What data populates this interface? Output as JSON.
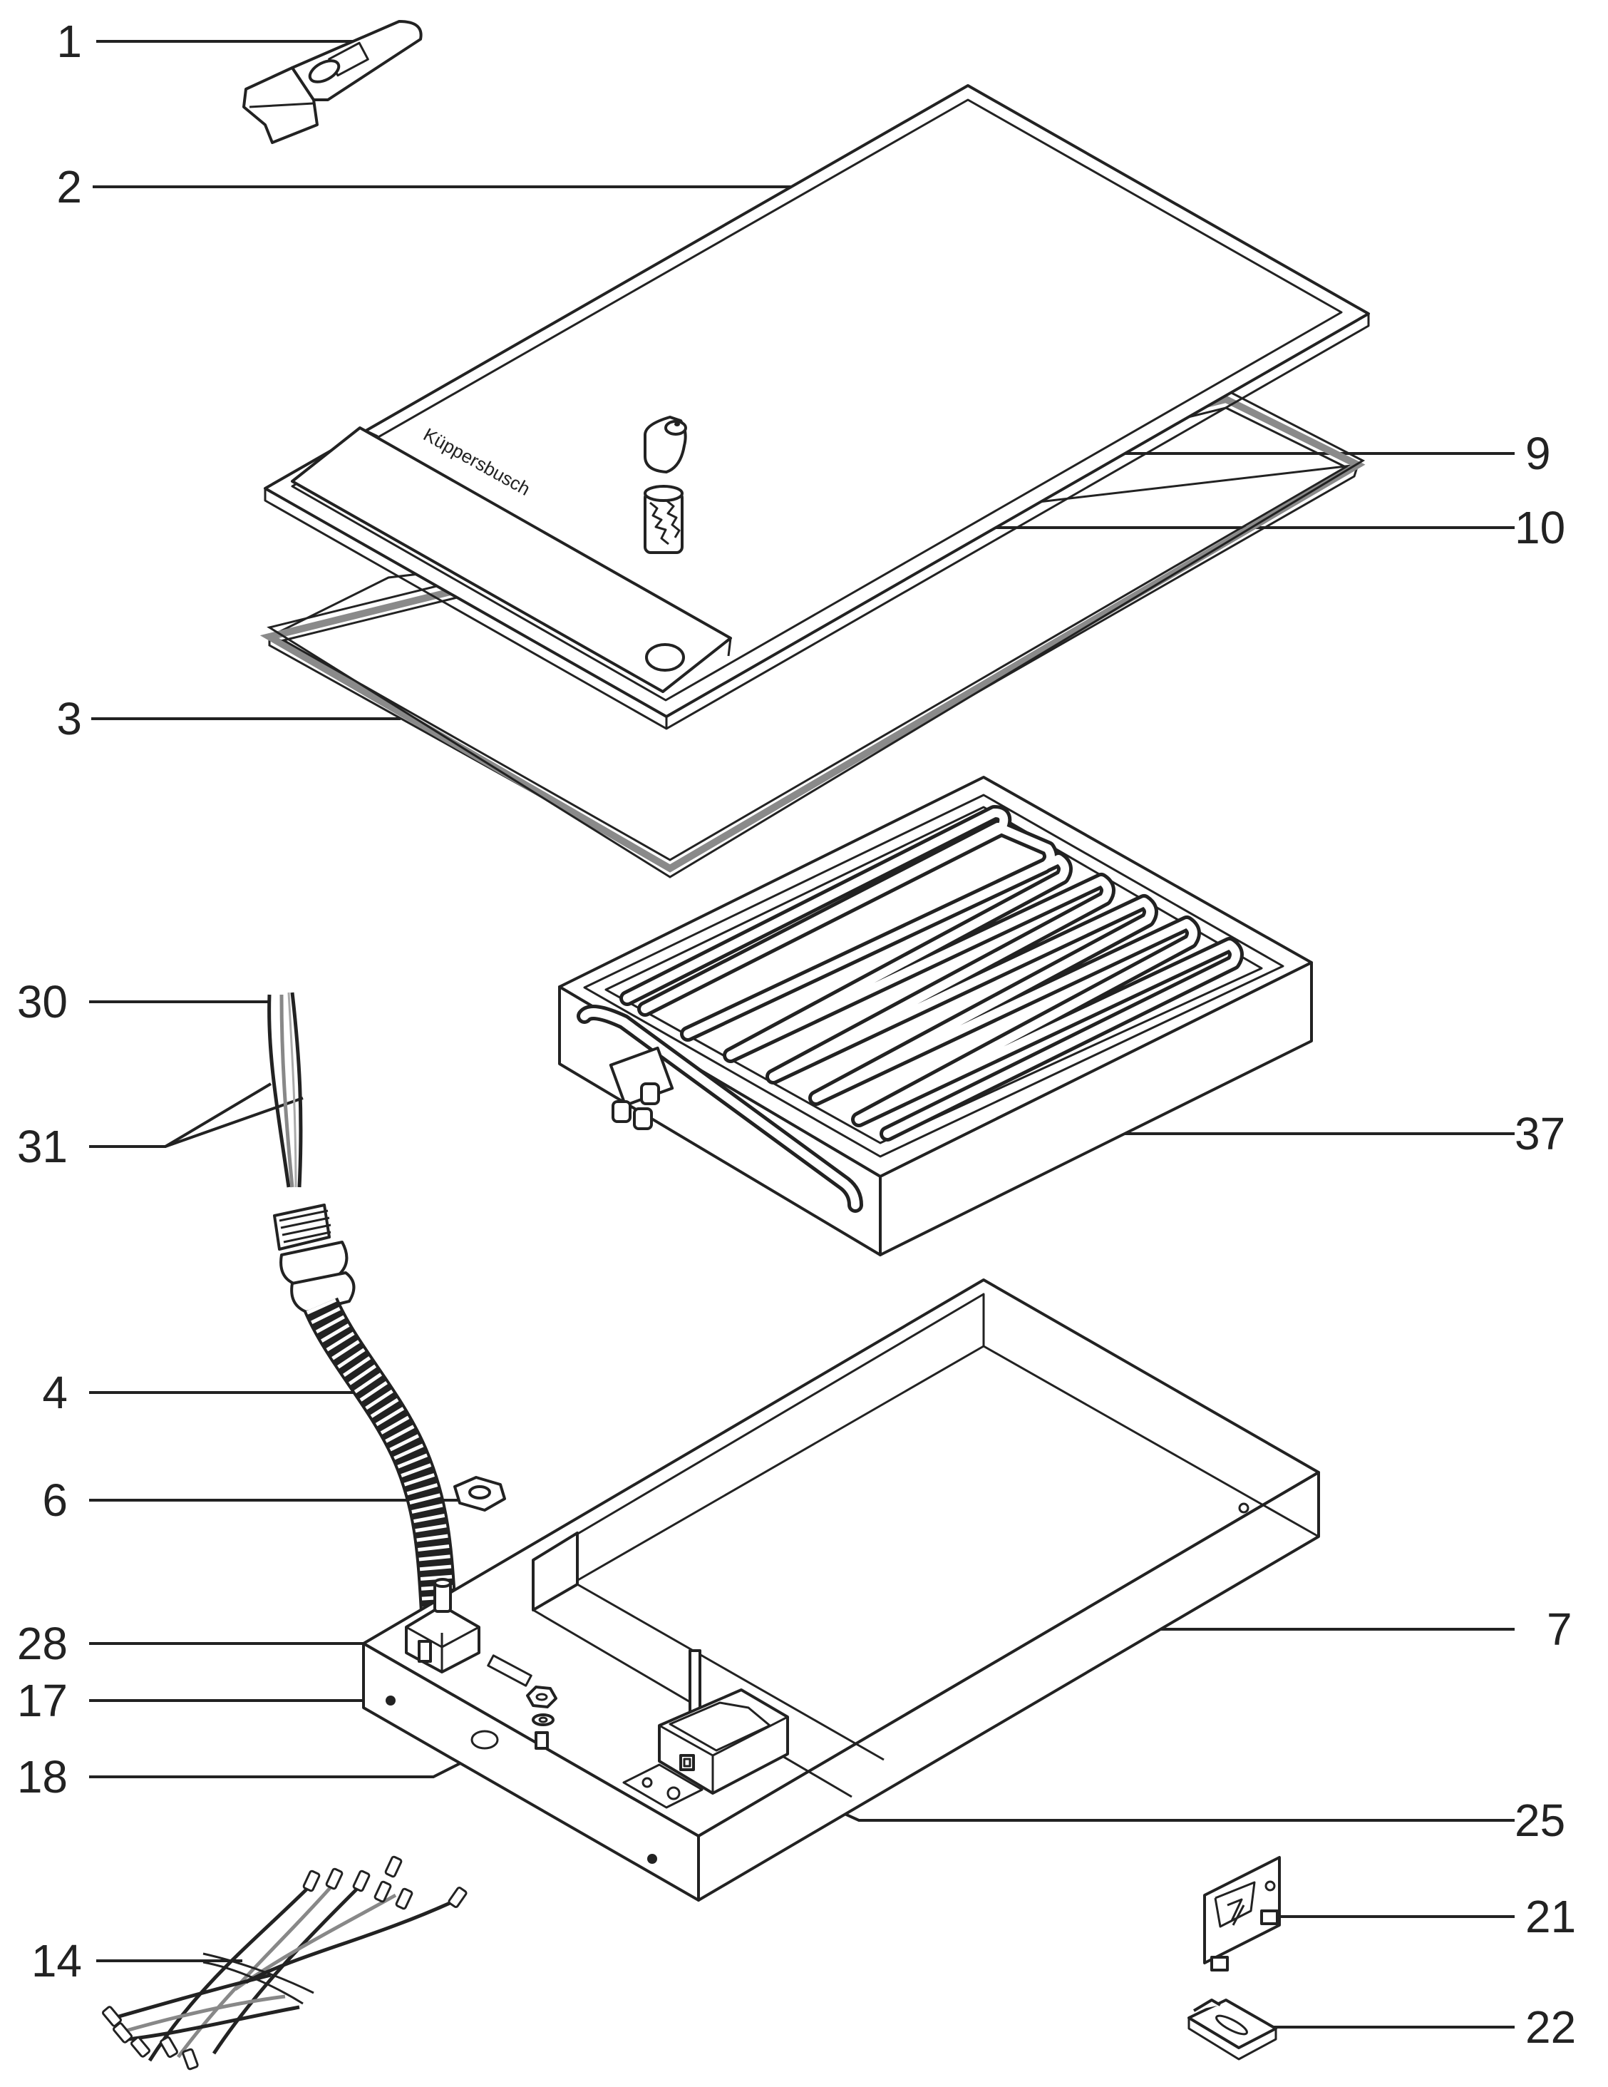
{
  "brand_text": "Küppersbusch",
  "colors": {
    "line": "#222222",
    "gasket": "#8a8a8a",
    "background": "#ffffff"
  },
  "callouts": [
    {
      "id": "1",
      "label": "1",
      "part": "scraper"
    },
    {
      "id": "2",
      "label": "2",
      "part": "glass-ceramic-top"
    },
    {
      "id": "3",
      "label": "3",
      "part": "gasket"
    },
    {
      "id": "9",
      "label": "9",
      "part": "control-knob"
    },
    {
      "id": "10",
      "label": "10",
      "part": "knob-spring-insert"
    },
    {
      "id": "37",
      "label": "37",
      "part": "heating-element"
    },
    {
      "id": "30",
      "label": "30",
      "part": "cable-wire"
    },
    {
      "id": "31",
      "label": "31",
      "part": "cable-wires"
    },
    {
      "id": "4",
      "label": "4",
      "part": "flexible-conduit"
    },
    {
      "id": "6",
      "label": "6",
      "part": "hex-nut"
    },
    {
      "id": "28",
      "label": "28",
      "part": "terminal-block"
    },
    {
      "id": "17",
      "label": "17",
      "part": "nut"
    },
    {
      "id": "18",
      "label": "18",
      "part": "lock-washer"
    },
    {
      "id": "7",
      "label": "7",
      "part": "housing-tray"
    },
    {
      "id": "25",
      "label": "25",
      "part": "thermostat"
    },
    {
      "id": "21",
      "label": "21",
      "part": "mounting-bracket"
    },
    {
      "id": "14",
      "label": "14",
      "part": "wiring-harness"
    },
    {
      "id": "22",
      "label": "22",
      "part": "mounting-clip"
    }
  ]
}
